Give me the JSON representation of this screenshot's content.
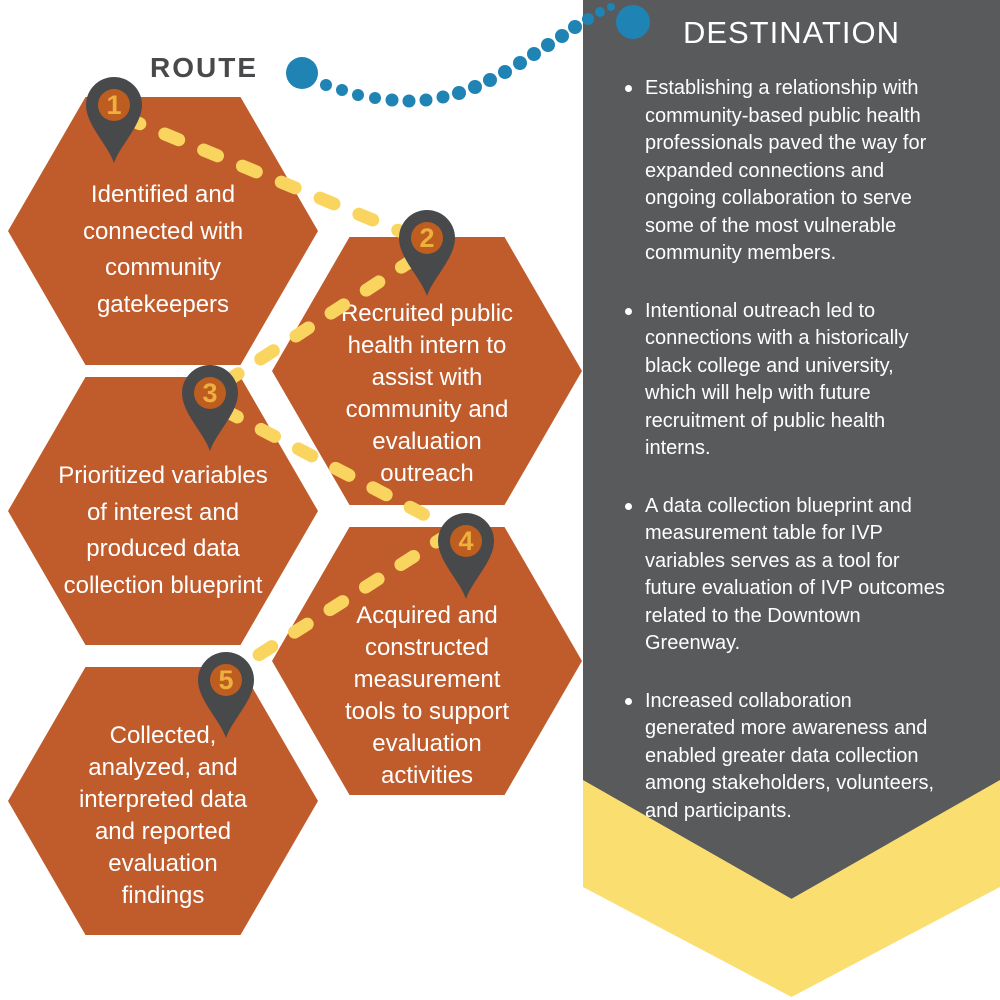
{
  "route": {
    "label": "ROUTE",
    "steps": [
      {
        "number": "1",
        "text": "Identified and\nconnected with\ncommunity\ngatekeepers"
      },
      {
        "number": "2",
        "text": "Recruited public\nhealth intern to\nassist with\ncommunity and\nevaluation\noutreach"
      },
      {
        "number": "3",
        "text": "Prioritized variables\nof interest and\nproduced data\ncollection blueprint"
      },
      {
        "number": "4",
        "text": "Acquired and\nconstructed\nmeasurement\ntools to support\nevaluation\nactivities"
      },
      {
        "number": "5",
        "text": "Collected,\nanalyzed, and\ninterpreted data\nand reported\nevaluation\nfindings"
      }
    ]
  },
  "destination": {
    "title": "DESTINATION",
    "bullets": [
      "Establishing a relationship with\ncommunity-based public health\nprofessionals paved the way for\nexpanded connections and\nongoing collaboration to serve\nsome of the most vulnerable\ncommunity members.",
      "Intentional outreach led to\nconnections with a historically\nblack college and university,\nwhich will help with future\nrecruitment of public health\ninterns.",
      "A data collection blueprint and\nmeasurement table for IVP\nvariables serves as a tool for\nfuture evaluation of IVP outcomes\nrelated to the Downtown\nGreenway.",
      "Increased collaboration\ngenerated more awareness and\nenabled greater data collection\namong stakeholders, volunteers,\nand participants."
    ]
  },
  "colors": {
    "hexagon_orange": "#C05B2B",
    "pin_gray": "#48494B",
    "pin_inner_orange": "#BE5D20",
    "pin_number_gold": "#EDAF3E",
    "panel_gray": "#595A5C",
    "route_yellow": "#F9D55F",
    "chevron_yellow": "#FADE70",
    "path_blue": "#1F83B3",
    "text_white": "#FFFFFF",
    "route_label_gray": "#48494B"
  }
}
